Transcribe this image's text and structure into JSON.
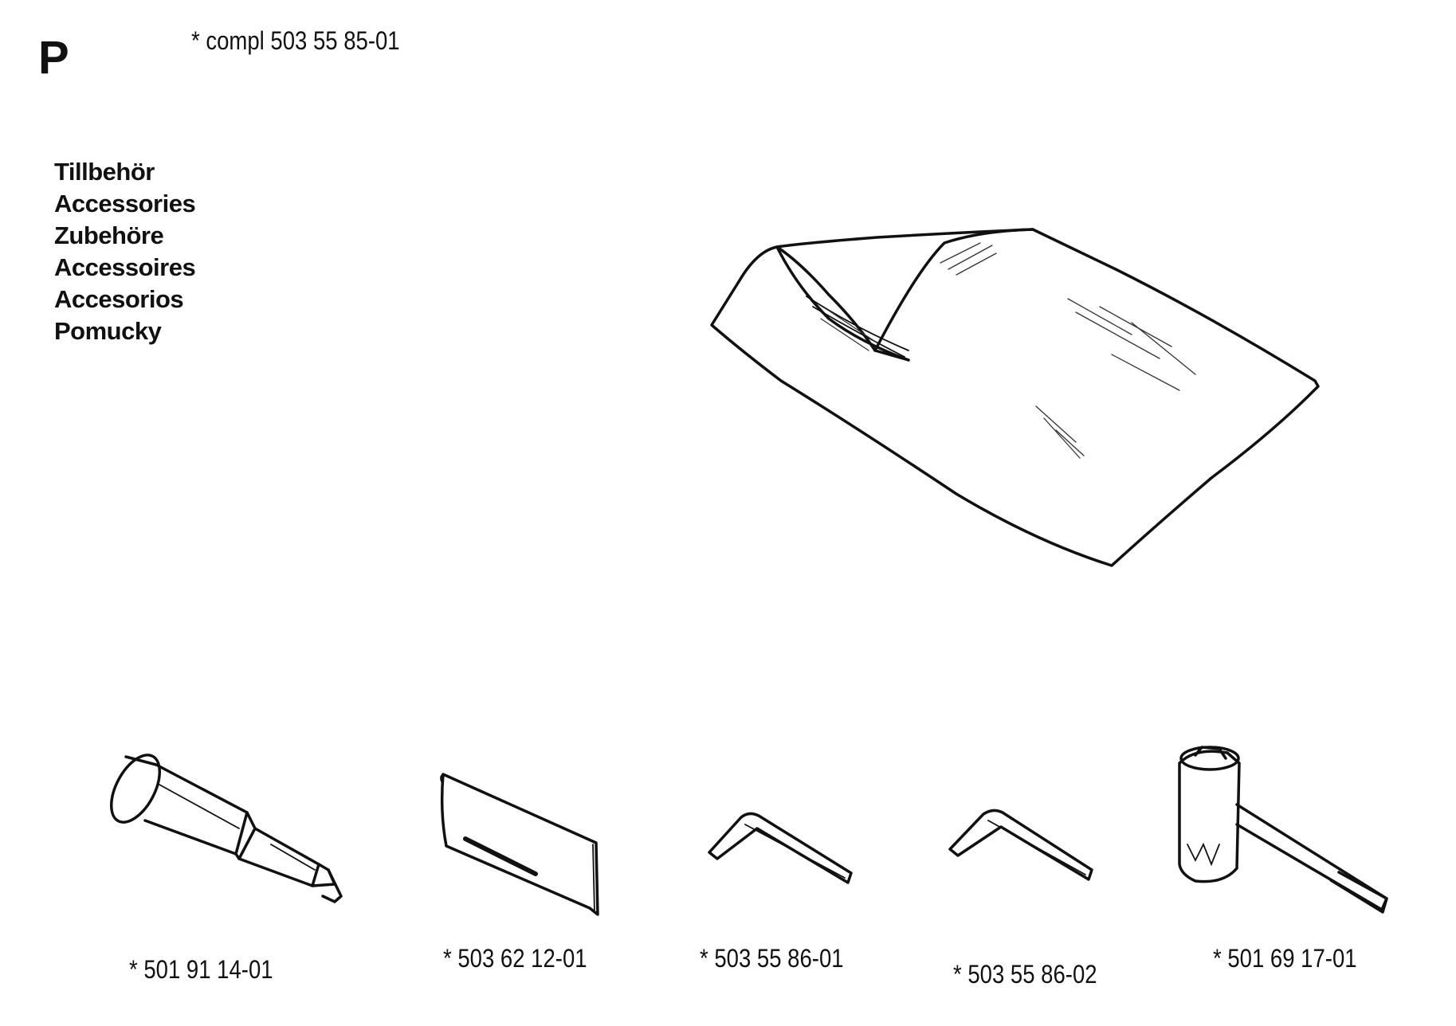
{
  "section": {
    "letter": "P"
  },
  "kit": {
    "label": "*  compl 503 55 85-01"
  },
  "headings": [
    "Tillbehör",
    "Accessories",
    "Zubehöre",
    "Accessoires",
    "Accesorios",
    "Pomucky"
  ],
  "parts": [
    {
      "id": "adjuster",
      "label": "*  501 91 14-01"
    },
    {
      "id": "bar-cover",
      "label": "*  503 62 12-01"
    },
    {
      "id": "hex-key-1",
      "label": "*  503 55 86-01"
    },
    {
      "id": "hex-key-2",
      "label": "*  503 55 86-02"
    },
    {
      "id": "combi-spanner",
      "label": "* 501 69 17-01"
    }
  ],
  "icons": [
    "tool-bag-icon",
    "adjuster-tool-icon",
    "bar-cover-icon",
    "hex-key-icon",
    "combination-spanner-icon"
  ]
}
